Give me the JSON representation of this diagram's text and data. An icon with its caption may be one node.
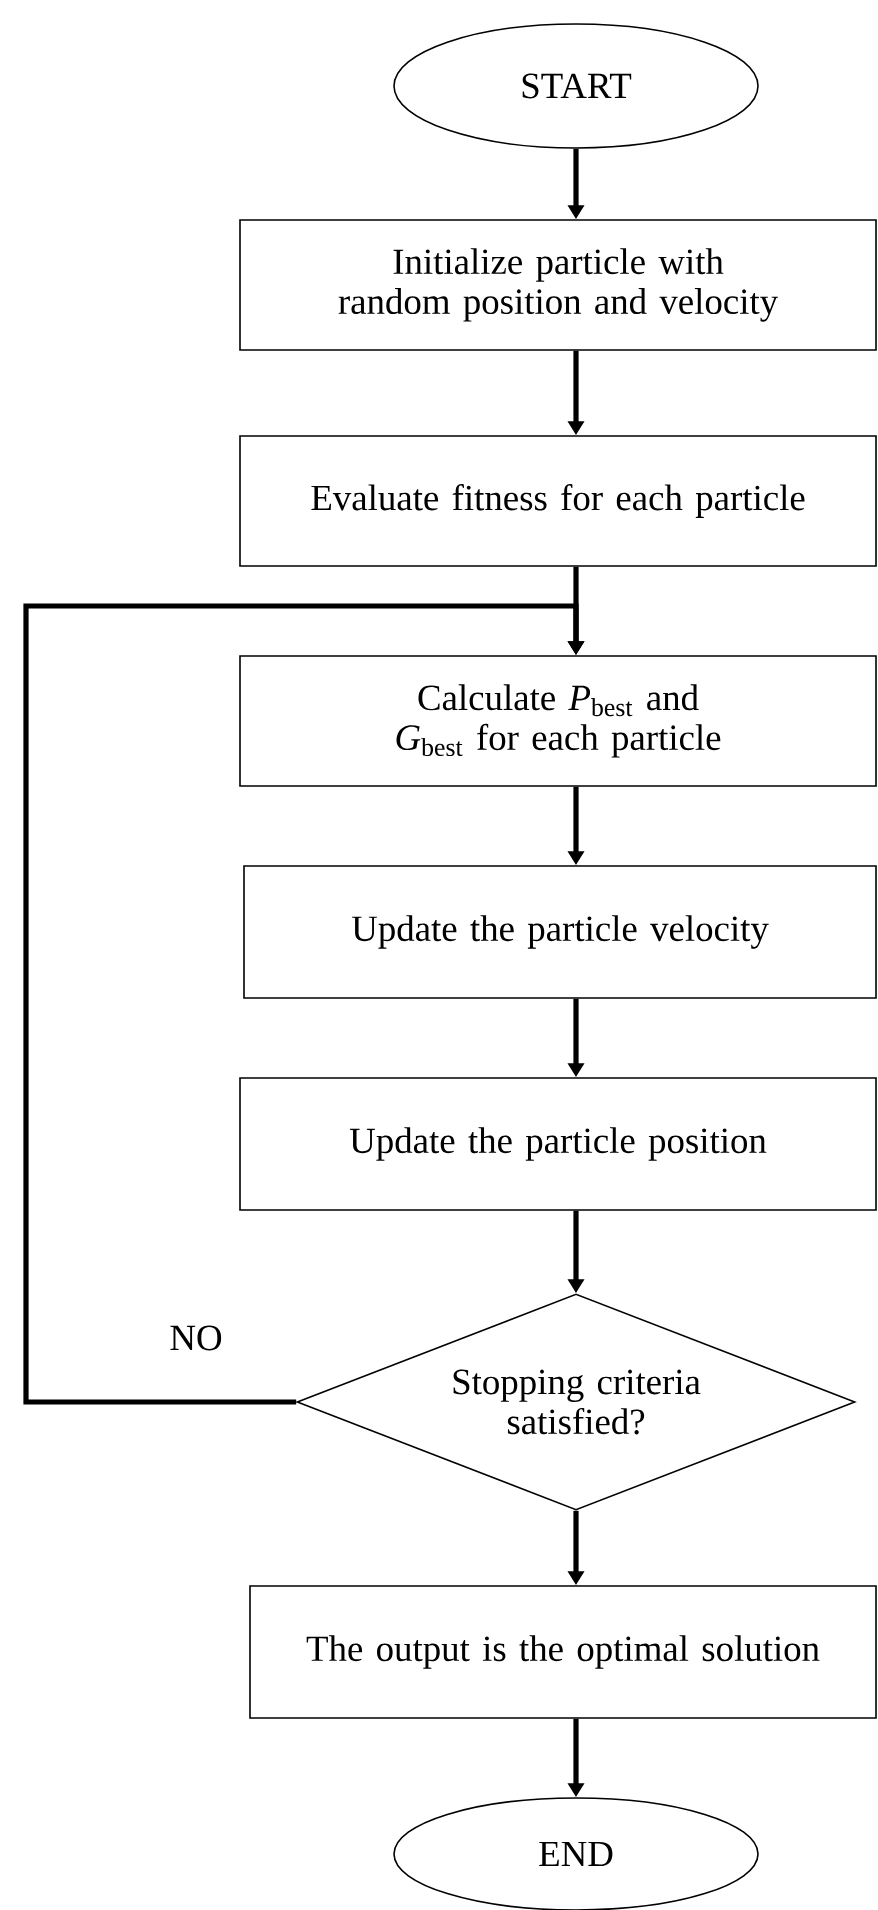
{
  "diagram": {
    "nodes": [
      {
        "text": [
          "START"
        ]
      },
      {
        "text": [
          "Initialize particle with random position and velocity"
        ]
      },
      {
        "text": [
          "Evaluate fitness for each particle"
        ]
      },
      {
        "text": [
          "Calculate *P*$_{best}$ and *G*$_{best}$ for each particle"
        ]
      },
      {
        "text": [
          "Update the particle velocity"
        ]
      },
      {
        "text": [
          "Update the particle position"
        ]
      },
      {
        "text": [
          "Stopping criteria satisfied?"
        ]
      },
      {
        "text": [
          "The output is the optimal solution"
        ]
      },
      {
        "text": [
          "END"
        ]
      }
    ],
    "edges": [
      {
        "from": 0,
        "to": 1,
        "arrow": "to"
      },
      {
        "from": 1,
        "to": 2,
        "arrow": "to"
      },
      {
        "from": 2,
        "to": 3,
        "arrow": "to"
      },
      {
        "from": 3,
        "to": 4,
        "arrow": "to"
      },
      {
        "from": 4,
        "to": 5,
        "arrow": "to"
      },
      {
        "from": 5,
        "to": 6,
        "arrow": "to"
      },
      {
        "from": 6,
        "to": 7,
        "arrow": "to"
      },
      {
        "from": 7,
        "to": 8,
        "arrow": "to"
      },
      {
        "from": 6,
        "to": 3,
        "arrow": "to",
        "label": "NO"
      }
    ]
  }
}
